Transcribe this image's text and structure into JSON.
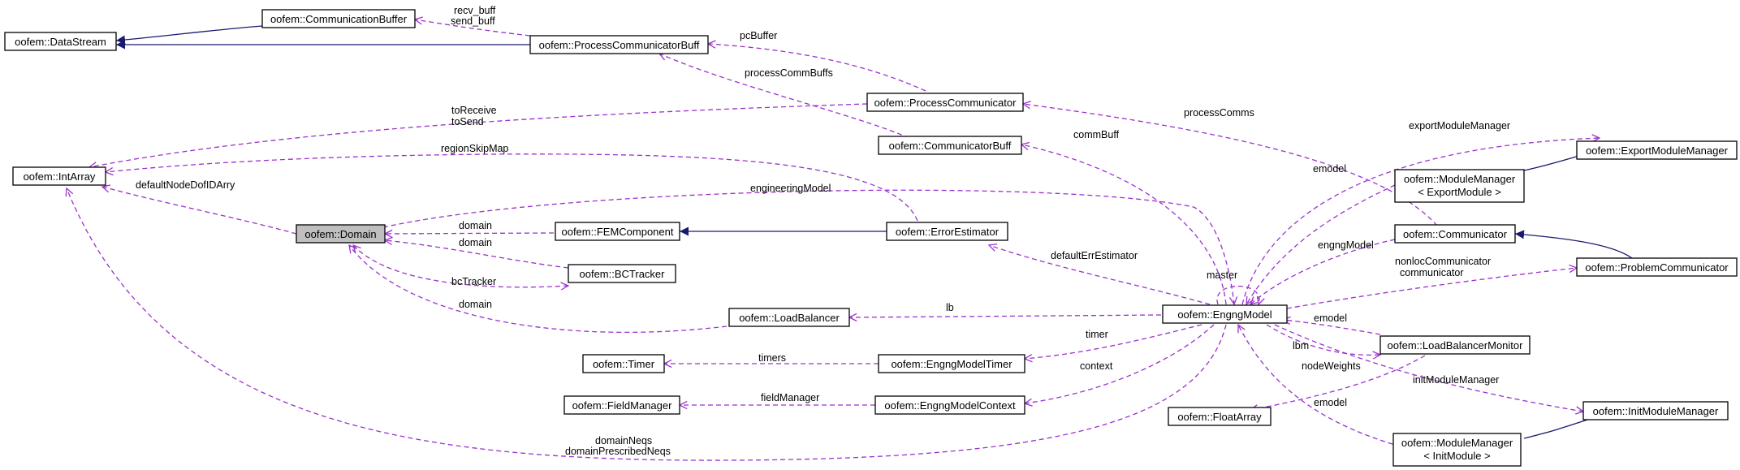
{
  "diagram": {
    "nodes": {
      "datastream": "oofem::DataStream",
      "commbuffer": "oofem::CommunicationBuffer",
      "proccommbuff": "oofem::ProcessCommunicatorBuff",
      "proccomm": "oofem::ProcessCommunicator",
      "communicatorbuff": "oofem::CommunicatorBuff",
      "intarray": "oofem::IntArray",
      "domain": "oofem::Domain",
      "femcomponent": "oofem::FEMComponent",
      "errorestimator": "oofem::ErrorEstimator",
      "bctracker": "oofem::BCTracker",
      "loadbalancer": "oofem::LoadBalancer",
      "timer": "oofem::Timer",
      "engngmodeltimer": "oofem::EngngModelTimer",
      "fieldmanager": "oofem::FieldManager",
      "engngmodelcontext": "oofem::EngngModelContext",
      "engngmodel": "oofem::EngngModel",
      "floatarray": "oofem::FloatArray",
      "exportmodulemanager": "oofem::ExportModuleManager",
      "modulemanager_export_l1": "oofem::ModuleManager",
      "modulemanager_export_l2": "< ExportModule >",
      "communicator": "oofem::Communicator",
      "problemcommunicator": "oofem::ProblemCommunicator",
      "loadbalancermonitor": "oofem::LoadBalancerMonitor",
      "initmodulemanager": "oofem::InitModuleManager",
      "modulemanager_init_l1": "oofem::ModuleManager",
      "modulemanager_init_l2": "< InitModule >"
    },
    "edge_labels": {
      "recv_buff": "recv_buff",
      "send_buff": "send_buff",
      "pcBuffer": "pcBuffer",
      "processCommBuffs": "processCommBuffs",
      "toReceive": "toReceive",
      "toSend": "toSend",
      "processComms": "processComms",
      "regionSkipMap": "regionSkipMap",
      "commBuff": "commBuff",
      "exportModuleManager": "exportModuleManager",
      "defaultNodeDofIDArry": "defaultNodeDofIDArry",
      "engineeringModel": "engineeringModel",
      "emodel_export": "emodel",
      "domain_fem": "domain",
      "domain_bct": "domain",
      "engngModel": "engngModel",
      "defaultErrEstimator": "defaultErrEstimator",
      "master": "master",
      "nonlocCommunicator": "nonlocCommunicator",
      "communicator": "communicator",
      "bcTracker": "bcTracker",
      "domain_lb": "domain",
      "lb": "lb",
      "emodel_lbm": "emodel",
      "timer": "timer",
      "lbm": "lbm",
      "timers": "timers",
      "nodeWeights": "nodeWeights",
      "context": "context",
      "initModuleManager": "initModuleManager",
      "fieldManager": "fieldManager",
      "emodel_init": "emodel",
      "domainNeqs": "domainNeqs",
      "domainPrescribedNeqs": "domainPrescribedNeqs"
    }
  },
  "colors": {
    "usage_edge": "#9a32cd",
    "inheritance_edge": "#191970",
    "highlight_fill": "#bfbfbf",
    "node_border": "#000000"
  }
}
